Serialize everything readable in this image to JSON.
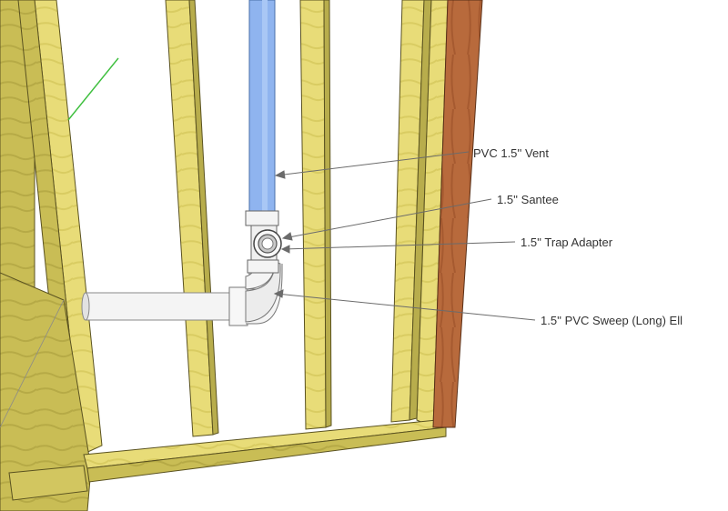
{
  "callouts": {
    "vent": "PVC 1.5'' Vent",
    "santee": "1.5'' Santee",
    "trap_adapter": "1.5'' Trap Adapter",
    "sweep_ell": "1.5'' PVC Sweep (Long) Ell"
  },
  "colors": {
    "lumber": "#e8dc78",
    "lumber_shadow": "#b8ad4c",
    "lumber_edge": "#5a5220",
    "wall_side": "#c9bd55",
    "board": "#b86a3c",
    "vent_pipe": "#8fb4ef",
    "drain_pipe": "#f4f4f4",
    "leader": "#6b6b6b",
    "green_axis": "#3fbf3f"
  }
}
